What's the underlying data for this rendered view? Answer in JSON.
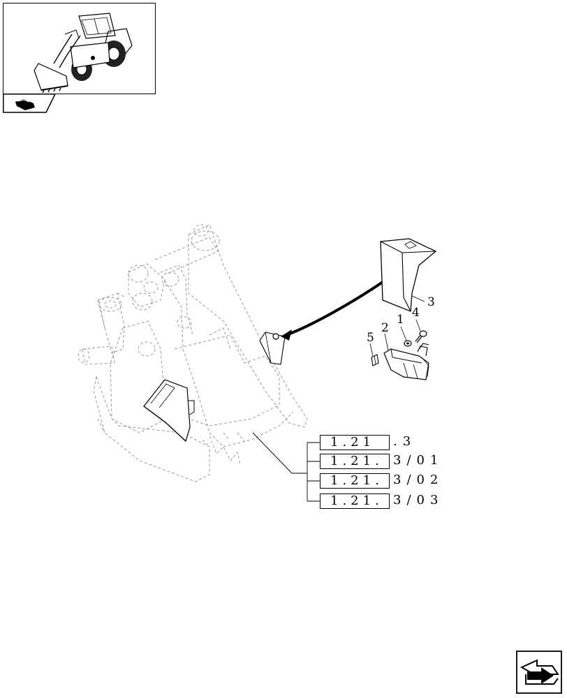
{
  "thumbnail": {
    "icon": "wheel-loader-icon",
    "nav_icon": "arrow-return-icon"
  },
  "callouts": [
    {
      "id": "1",
      "label": "1"
    },
    {
      "id": "2",
      "label": "2"
    },
    {
      "id": "3",
      "label": "3"
    },
    {
      "id": "4",
      "label": "4"
    },
    {
      "id": "5",
      "label": "5"
    }
  ],
  "references": [
    {
      "code": "1.21",
      "suffix": ".3"
    },
    {
      "code": "1.21.",
      "suffix": "3/01"
    },
    {
      "code": "1.21.",
      "suffix": "3/02"
    },
    {
      "code": "1.21.",
      "suffix": "3/03"
    }
  ],
  "navigation": {
    "next_icon": "next-page-arrow-icon"
  }
}
